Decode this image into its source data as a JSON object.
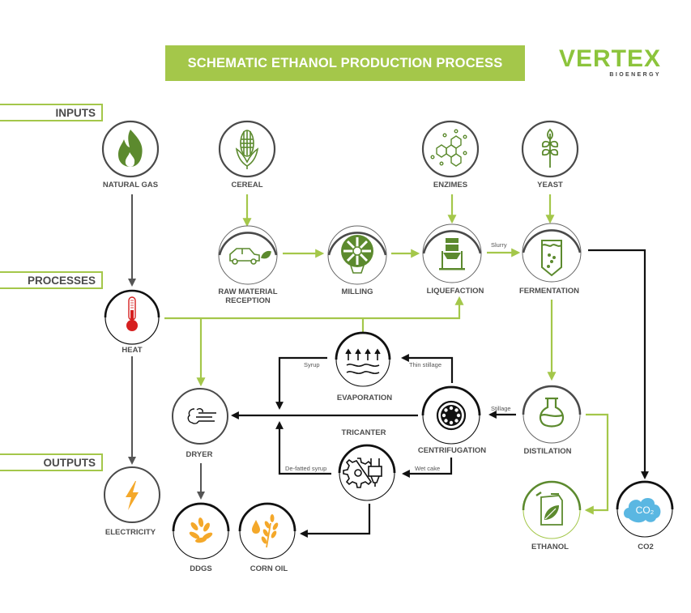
{
  "header": {
    "title": "SCHEMATIC ETHANOL PRODUCTION PROCESS",
    "logo_main": "VERTEX",
    "logo_sub": "BIOENERGY"
  },
  "sections": {
    "inputs": "INPUTS",
    "processes": "PROCESSES",
    "outputs": "OUTPUTS"
  },
  "colors": {
    "green": "#a4c74a",
    "icon_green": "#5c8a2e",
    "dark": "#111111",
    "gray": "#555555",
    "orange": "#f4a82a",
    "red": "#d62020",
    "co2_blue": "#5ab7e2"
  },
  "nodes": {
    "natural_gas": {
      "label": "NATURAL GAS",
      "icon": "flame-icon"
    },
    "cereal": {
      "label": "CEREAL",
      "icon": "corn-icon"
    },
    "enzimes": {
      "label": "ENZIMES",
      "icon": "molecule-icon"
    },
    "yeast": {
      "label": "YEAST",
      "icon": "wheat-icon"
    },
    "raw_material": {
      "label_line1": "RAW MATERIAL",
      "label_line2": "RECEPTION",
      "icon": "car-icon"
    },
    "milling": {
      "label": "MILLING",
      "icon": "mill-icon"
    },
    "liquefaction": {
      "label": "LIQUEFACTION",
      "icon": "silo-icon"
    },
    "fermentation": {
      "label": "FERMENTATION",
      "icon": "tank-icon"
    },
    "heat": {
      "label": "HEAT",
      "icon": "thermometer-icon"
    },
    "evaporation": {
      "label": "EVAPORATION",
      "icon": "evaporation-icon"
    },
    "dryer": {
      "label": "DRYER",
      "icon": "wind-icon"
    },
    "centrifugation": {
      "label": "CENTRIFUGATION",
      "icon": "centrifuge-icon"
    },
    "distilation": {
      "label": "DISTILATION",
      "icon": "flask-icon"
    },
    "tricanter": {
      "label": "TRICANTER",
      "icon": "gear-nozzle-icon"
    },
    "electricity": {
      "label": "ELECTRICITY",
      "icon": "lightning-icon"
    },
    "ddgs": {
      "label": "DDGS",
      "icon": "grain-icon"
    },
    "corn_oil": {
      "label": "CORN OIL",
      "icon": "oil-drop-wheat-icon"
    },
    "ethanol": {
      "label": "ETHANOL",
      "icon": "jerrycan-leaf-icon"
    },
    "co2": {
      "label": "CO2",
      "icon": "co2-cloud-icon",
      "cloud_text": "CO2"
    }
  },
  "flows": {
    "slurry": "Slurry",
    "syrup": "Syrup",
    "thin_stillage": "Thin stillage",
    "stillage": "Stillage",
    "defatted_syrup": "De-fatted syrup",
    "wet_cake": "Wet cake"
  }
}
